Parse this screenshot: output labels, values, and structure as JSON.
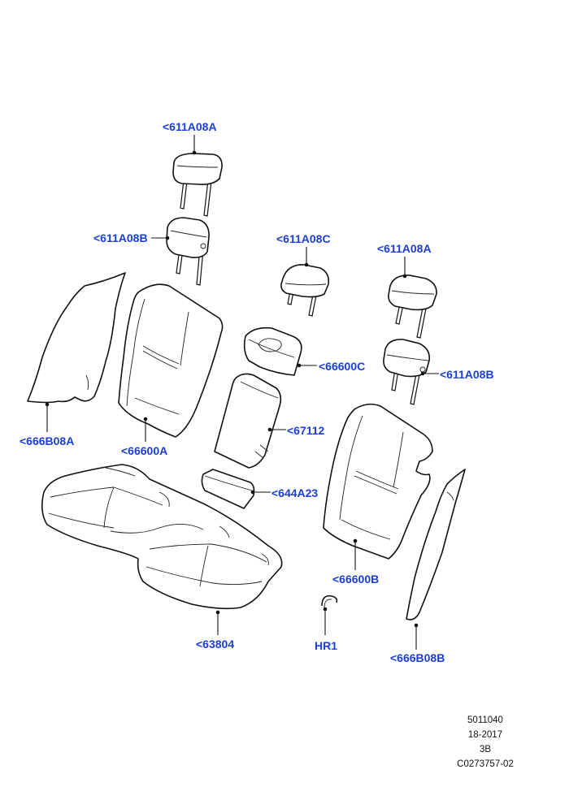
{
  "callouts": {
    "headrest_left_top": "<611A08A",
    "headrest_left_second": "<611A08B",
    "headrest_center": "<611A08C",
    "headrest_right_top": "<611A08A",
    "headrest_right_second": "<611A08B",
    "armrest_cover": "<66600C",
    "backrest_left": "<66600A",
    "armrest": "<67112",
    "armrest_pad": "<644A23",
    "backrest_right": "<66600B",
    "bolster_left": "<666B08A",
    "bolster_right": "<666B08B",
    "cushion": "<63804",
    "hog_ring": "HR1"
  },
  "reference": {
    "line1": "5011040",
    "line2": "18-2017",
    "line3": "3B",
    "line4": "C0273757-02"
  },
  "colors": {
    "callout_text": "#1a3fd6",
    "line_art": "#111111",
    "background": "#ffffff"
  }
}
